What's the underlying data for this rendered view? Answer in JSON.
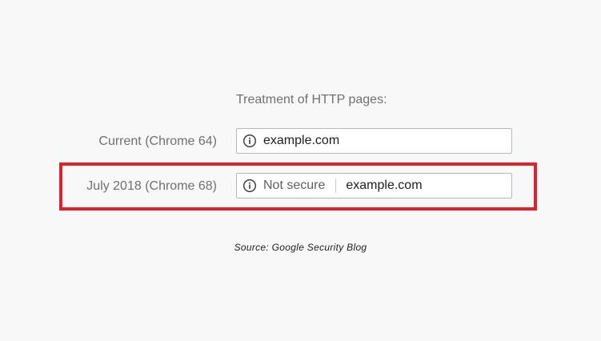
{
  "heading": "Treatment of HTTP pages:",
  "rows": [
    {
      "label": "Current (Chrome 64)",
      "icon": "info-icon",
      "security_text": "",
      "url": "example.com"
    },
    {
      "label": "July 2018 (Chrome 68)",
      "icon": "info-icon",
      "security_text": "Not secure",
      "url": "example.com"
    }
  ],
  "source": "Source: Google Security Blog",
  "colors": {
    "highlight": "#e0212a",
    "label_text": "#707070",
    "url_text": "#202020",
    "omnibox_border": "#b8b8b8",
    "background": "#f8f8f8"
  }
}
